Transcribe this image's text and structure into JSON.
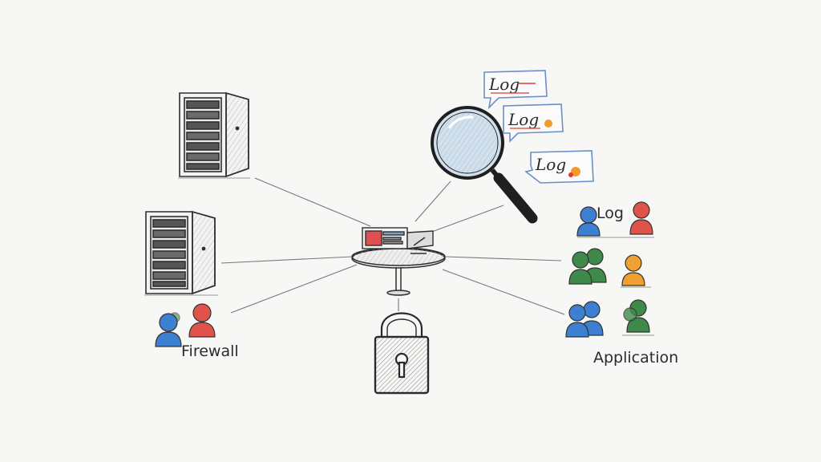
{
  "labels": {
    "firewall": "Firewall",
    "log": "Log",
    "application": "Application"
  },
  "log_bubbles": [
    "Log",
    "Log",
    "Log"
  ],
  "colors": {
    "ink": "#333333",
    "lock_shade": "#9a9a9a",
    "magnifier_glass": "#cfe0ef",
    "person_blue": "#3d7fd0",
    "person_red": "#e0534a",
    "person_green": "#3f8a4a",
    "person_orange": "#f0a030",
    "bubble_red": "#e23b2e",
    "bubble_orange": "#f39a2b",
    "bubble_blue": "#6a8fc8"
  },
  "icons": [
    "server-rack-icon",
    "server-rack-icon",
    "magnifying-glass-icon",
    "padlock-icon",
    "person-group-icon",
    "monitor-icon",
    "table-icon",
    "log-bubble-icon"
  ]
}
